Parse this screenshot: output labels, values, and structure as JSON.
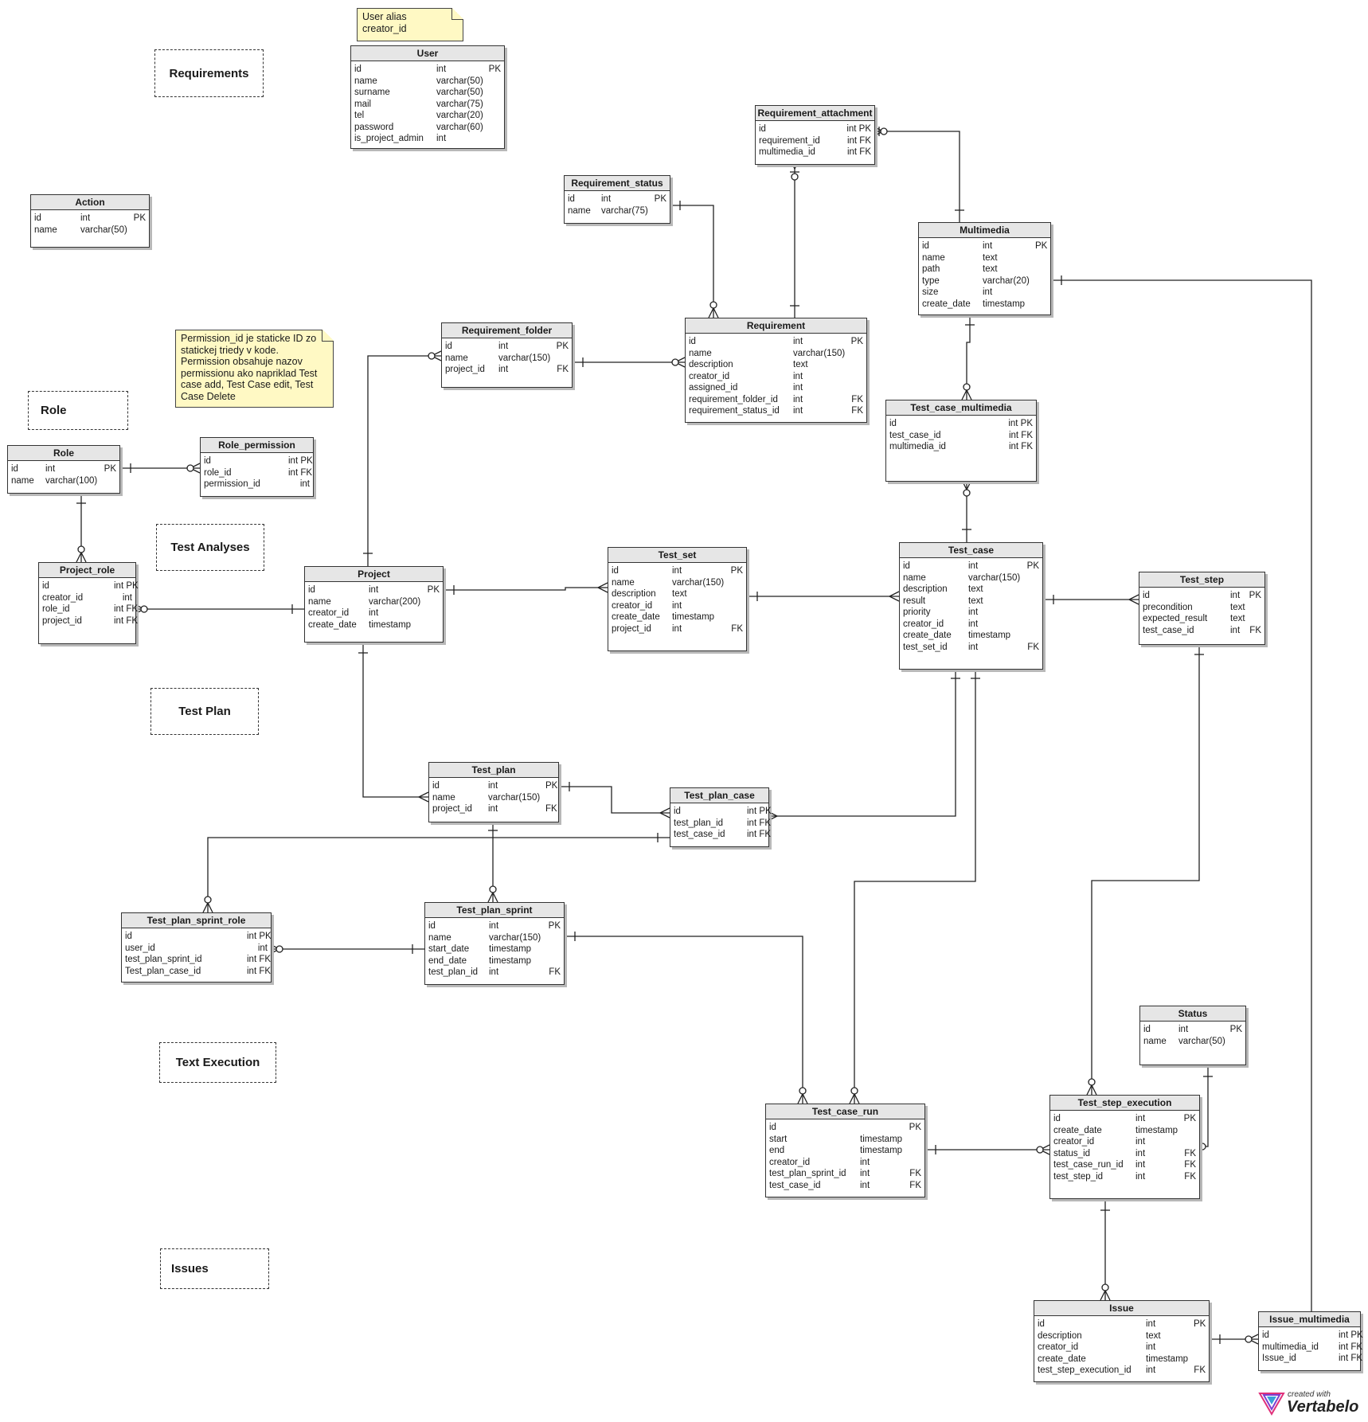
{
  "tables": {
    "user": {
      "name": "User",
      "rows": [
        [
          "id",
          "int",
          "PK"
        ],
        [
          "name",
          "varchar(50)",
          ""
        ],
        [
          "surname",
          "varchar(50)",
          ""
        ],
        [
          "mail",
          "varchar(75)",
          ""
        ],
        [
          "tel",
          "varchar(20)",
          ""
        ],
        [
          "password",
          "varchar(60)",
          ""
        ],
        [
          "is_project_admin",
          "int",
          ""
        ]
      ]
    },
    "action": {
      "name": "Action",
      "rows": [
        [
          "id",
          "int",
          "PK"
        ],
        [
          "name",
          "varchar(50)",
          ""
        ]
      ]
    },
    "requirement_attachment": {
      "name": "Requirement_attachment",
      "rows": [
        [
          "id",
          "",
          "int PK"
        ],
        [
          "requirement_id",
          "",
          "int FK"
        ],
        [
          "multimedia_id",
          "",
          "int FK"
        ]
      ]
    },
    "requirement_status": {
      "name": "Requirement_status",
      "rows": [
        [
          "id",
          "int",
          "PK"
        ],
        [
          "name",
          "varchar(75)",
          ""
        ]
      ]
    },
    "multimedia": {
      "name": "Multimedia",
      "rows": [
        [
          "id",
          "int",
          "PK"
        ],
        [
          "name",
          "text",
          ""
        ],
        [
          "path",
          "text",
          ""
        ],
        [
          "type",
          "varchar(20)",
          ""
        ],
        [
          "size",
          "int",
          ""
        ],
        [
          "create_date",
          "timestamp",
          ""
        ]
      ]
    },
    "requirement_folder": {
      "name": "Requirement_folder",
      "rows": [
        [
          "id",
          "int",
          "PK"
        ],
        [
          "name",
          "varchar(150)",
          ""
        ],
        [
          "project_id",
          "int",
          "FK"
        ]
      ]
    },
    "requirement": {
      "name": "Requirement",
      "rows": [
        [
          "id",
          "int",
          "PK"
        ],
        [
          "name",
          "varchar(150)",
          ""
        ],
        [
          "description",
          "text",
          ""
        ],
        [
          "creator_id",
          "int",
          ""
        ],
        [
          "assigned_id",
          "int",
          ""
        ],
        [
          "requirement_folder_id",
          "int",
          "FK"
        ],
        [
          "requirement_status_id",
          "int",
          "FK"
        ]
      ]
    },
    "test_case_multimedia": {
      "name": "Test_case_multimedia",
      "rows": [
        [
          "id",
          "",
          "int PK"
        ],
        [
          "test_case_id",
          "",
          "int FK"
        ],
        [
          "multimedia_id",
          "",
          "int FK"
        ]
      ]
    },
    "role": {
      "name": "Role",
      "rows": [
        [
          "id",
          "int",
          "PK"
        ],
        [
          "name",
          "varchar(100)",
          ""
        ]
      ]
    },
    "role_permission": {
      "name": "Role_permission",
      "rows": [
        [
          "id",
          "",
          "int PK"
        ],
        [
          "role_id",
          "",
          "int FK"
        ],
        [
          "permission_id",
          "",
          "int"
        ]
      ]
    },
    "project_role": {
      "name": "Project_role",
      "rows": [
        [
          "id",
          "",
          "int PK"
        ],
        [
          "creator_id",
          "",
          "int"
        ],
        [
          "role_id",
          "",
          "int FK"
        ],
        [
          "project_id",
          "",
          "int FK"
        ]
      ]
    },
    "project": {
      "name": "Project",
      "rows": [
        [
          "id",
          "int",
          "PK"
        ],
        [
          "name",
          "varchar(200)",
          ""
        ],
        [
          "creator_id",
          "int",
          ""
        ],
        [
          "create_date",
          "timestamp",
          ""
        ]
      ]
    },
    "test_set": {
      "name": "Test_set",
      "rows": [
        [
          "id",
          "int",
          "PK"
        ],
        [
          "name",
          "varchar(150)",
          ""
        ],
        [
          "description",
          "text",
          ""
        ],
        [
          "creator_id",
          "int",
          ""
        ],
        [
          "create_date",
          "timestamp",
          ""
        ],
        [
          "project_id",
          "int",
          "FK"
        ]
      ]
    },
    "test_case": {
      "name": "Test_case",
      "rows": [
        [
          "id",
          "int",
          "PK"
        ],
        [
          "name",
          "varchar(150)",
          ""
        ],
        [
          "description",
          "text",
          ""
        ],
        [
          "result",
          "text",
          ""
        ],
        [
          "priority",
          "int",
          ""
        ],
        [
          "creator_id",
          "int",
          ""
        ],
        [
          "create_date",
          "timestamp",
          ""
        ],
        [
          "test_set_id",
          "int",
          "FK"
        ]
      ]
    },
    "test_step": {
      "name": "Test_step",
      "rows": [
        [
          "id",
          "int",
          "PK"
        ],
        [
          "precondition",
          "text",
          ""
        ],
        [
          "expected_result",
          "text",
          ""
        ],
        [
          "test_case_id",
          "int",
          "FK"
        ]
      ]
    },
    "test_plan": {
      "name": "Test_plan",
      "rows": [
        [
          "id",
          "int",
          "PK"
        ],
        [
          "name",
          "varchar(150)",
          ""
        ],
        [
          "project_id",
          "int",
          "FK"
        ]
      ]
    },
    "test_plan_case": {
      "name": "Test_plan_case",
      "rows": [
        [
          "id",
          "",
          "int PK"
        ],
        [
          "test_plan_id",
          "",
          "int FK"
        ],
        [
          "test_case_id",
          "",
          "int FK"
        ]
      ]
    },
    "test_plan_sprint_role": {
      "name": "Test_plan_sprint_role",
      "rows": [
        [
          "id",
          "",
          "int PK"
        ],
        [
          "user_id",
          "",
          "int"
        ],
        [
          "test_plan_sprint_id",
          "",
          "int FK"
        ],
        [
          "Test_plan_case_id",
          "",
          "int FK"
        ]
      ]
    },
    "test_plan_sprint": {
      "name": "Test_plan_sprint",
      "rows": [
        [
          "id",
          "int",
          "PK"
        ],
        [
          "name",
          "varchar(150)",
          ""
        ],
        [
          "start_date",
          "timestamp",
          ""
        ],
        [
          "end_date",
          "timestamp",
          ""
        ],
        [
          "test_plan_id",
          "int",
          "FK"
        ]
      ]
    },
    "status": {
      "name": "Status",
      "rows": [
        [
          "id",
          "int",
          "PK"
        ],
        [
          "name",
          "varchar(50)",
          ""
        ]
      ]
    },
    "test_case_run": {
      "name": "Test_case_run",
      "rows": [
        [
          "id",
          "",
          "PK"
        ],
        [
          "start",
          "timestamp",
          ""
        ],
        [
          "end",
          "timestamp",
          ""
        ],
        [
          "creator_id",
          "int",
          ""
        ],
        [
          "test_plan_sprint_id",
          "int",
          "FK"
        ],
        [
          "test_case_id",
          "int",
          "FK"
        ]
      ]
    },
    "test_step_execution": {
      "name": "Test_step_execution",
      "rows": [
        [
          "id",
          "int",
          "PK"
        ],
        [
          "create_date",
          "timestamp",
          ""
        ],
        [
          "creator_id",
          "int",
          ""
        ],
        [
          "status_id",
          "int",
          "FK"
        ],
        [
          "test_case_run_id",
          "int",
          "FK"
        ],
        [
          "test_step_id",
          "int",
          "FK"
        ]
      ]
    },
    "issue": {
      "name": "Issue",
      "rows": [
        [
          "id",
          "int",
          "PK"
        ],
        [
          "description",
          "text",
          ""
        ],
        [
          "creator_id",
          "int",
          ""
        ],
        [
          "create_date",
          "timestamp",
          ""
        ],
        [
          "test_step_execution_id",
          "int",
          "FK"
        ]
      ]
    },
    "issue_multimedia": {
      "name": "Issue_multimedia",
      "rows": [
        [
          "id",
          "",
          "int PK"
        ],
        [
          "multimedia_id",
          "",
          "int FK"
        ],
        [
          "Issue_id",
          "",
          "int FK"
        ]
      ]
    }
  },
  "notes": {
    "user_alias": "User alias\ncreator_id",
    "permission": "Permission_id je staticke ID zo statickej triedy v kode. Permission obsahuje nazov permissionu ako napriklad Test case add, Test Case edit, Test Case Delete"
  },
  "areas": {
    "requirements": "Requirements",
    "role": "Role",
    "test_analyses": "Test Analyses",
    "test_plan": "Test Plan",
    "text_execution": "Text Execution",
    "issues": "Issues"
  },
  "logo": {
    "small": "created with",
    "big": "Vertabelo"
  }
}
